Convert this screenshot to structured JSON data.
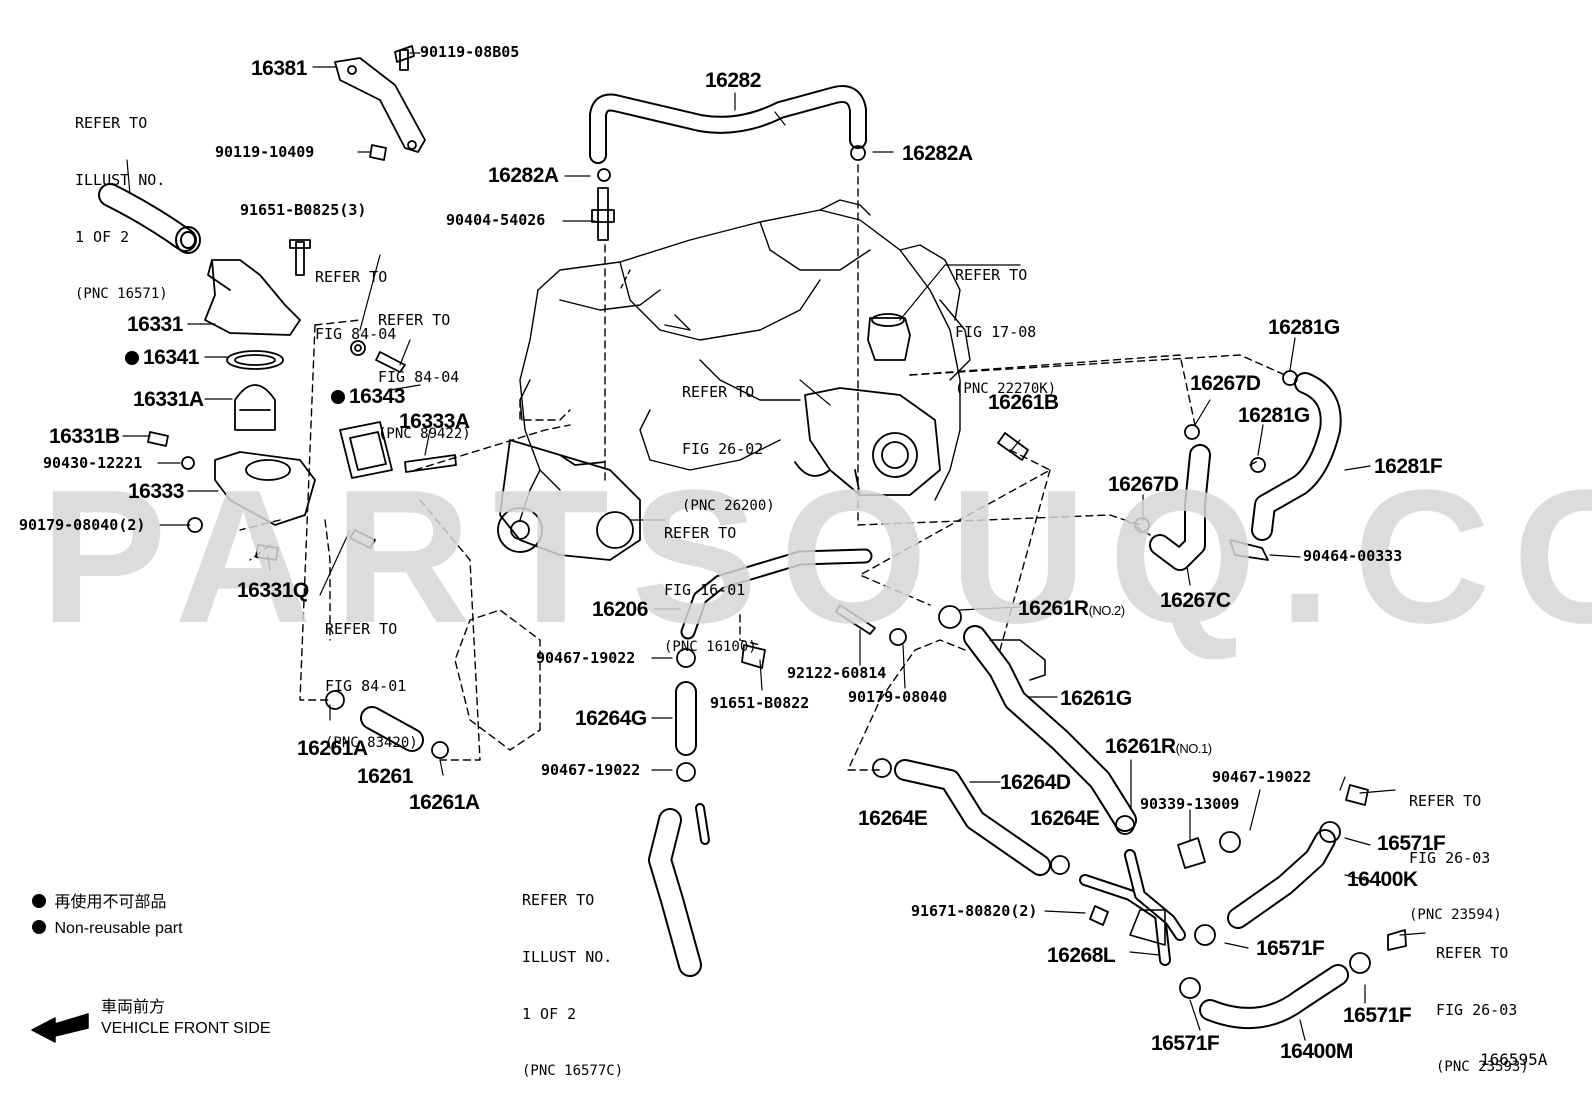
{
  "watermark": "PARTSOUQ.COM",
  "figure_code": "166595A",
  "legend": {
    "line1_jp": "再使用不可部品",
    "line2_en": "Non-reusable part"
  },
  "direction": {
    "jp": "車両前方",
    "en": "VEHICLE FRONT SIDE"
  },
  "part_labels": {
    "p16381": "16381",
    "p90119_08B05": "90119-08B05",
    "p90119_10409": "90119-10409",
    "p91651_B0825_3": "91651-B0825(3)",
    "p16331": "16331",
    "p16341": "16341",
    "p16331A": "16331A",
    "p16331B": "16331B",
    "p90430_12221": "90430-12221",
    "p16333": "16333",
    "p90179_08040_2": "90179-08040(2)",
    "p16331Q": "16331Q",
    "p16343": "16343",
    "p16333A": "16333A",
    "p16261A_left": "16261A",
    "p16261": "16261",
    "p16261A_right": "16261A",
    "p16282": "16282",
    "p16282A_left": "16282A",
    "p16282A_right": "16282A",
    "p90404_54026": "90404-54026",
    "p16206": "16206",
    "p90467_19022_a": "90467-19022",
    "p16264G": "16264G",
    "p90467_19022_b": "90467-19022",
    "p91651_B0822": "91651-B0822",
    "p92122_60814": "92122-60814",
    "p90179_08040": "90179-08040",
    "p16261B": "16261B",
    "p16261R_no2": "16261R",
    "p16261R_no2_suffix": "(NO.2)",
    "p16261G": "16261G",
    "p16261R_no1": "16261R",
    "p16261R_no1_suffix": "(NO.1)",
    "p16264D": "16264D",
    "p16264E_left": "16264E",
    "p16264E_right": "16264E",
    "p90339_13009": "90339-13009",
    "p90467_19022_c": "90467-19022",
    "p91671_80820_2": "91671-80820(2)",
    "p16268L": "16268L",
    "p16571F_a": "16571F",
    "p16571F_b": "16571F",
    "p16571F_c": "16571F",
    "p16571F_d": "16571F",
    "p16400K": "16400K",
    "p16400M": "16400M",
    "p16281G_top": "16281G",
    "p16281G_mid": "16281G",
    "p16281F": "16281F",
    "p16267D_top": "16267D",
    "p16267D_mid": "16267D",
    "p16267C": "16267C",
    "p90464_00333": "90464-00333"
  },
  "refer_notes": {
    "illust_1of2_top": [
      "REFER TO",
      "ILLUST NO.",
      "1 OF 2",
      "(PNC 16571)"
    ],
    "fig_84_04_a": [
      "REFER TO",
      "FIG 84-04"
    ],
    "fig_84_04_b": [
      "REFER TO",
      "FIG 84-04",
      "(PNC 89422)"
    ],
    "fig_84_01": [
      "REFER TO",
      "FIG 84-01",
      "(PNC 83420)"
    ],
    "fig_17_08": [
      "REFER TO",
      "FIG 17-08",
      "(PNC 22270K)"
    ],
    "fig_26_02": [
      "REFER TO",
      "FIG 26-02",
      "(PNC 26200)"
    ],
    "fig_16_01": [
      "REFER TO",
      "FIG 16-01",
      "(PNC 16100)"
    ],
    "illust_1of2_bottom": [
      "REFER TO",
      "ILLUST NO.",
      "1 OF 2",
      "(PNC 16577C)"
    ],
    "fig_26_03_a": [
      "REFER TO",
      "FIG 26-03",
      "(PNC 23594)"
    ],
    "fig_26_03_b": [
      "REFER TO",
      "FIG 26-03",
      "(PNC 23593)"
    ]
  },
  "colors": {
    "ink": "#000000",
    "background": "#ffffff",
    "watermark": "#d6d6d6"
  }
}
